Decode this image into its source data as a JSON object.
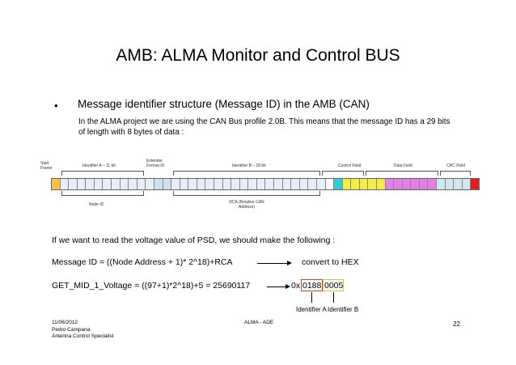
{
  "title": "AMB: ALMA Monitor and Control BUS",
  "bullet": "•",
  "bullet_heading": "Message identifier structure (Message ID) in the AMB (CAN)",
  "intro_text": "In the ALMA project we are using the CAN Bus profile 2.0B. This means that the message ID has a 29 bits of length with 8 bytes of data :",
  "diagram": {
    "start_frame": "Start Frame",
    "identifier_a": "Identifier A – 11 bit",
    "extender_format_id": "Extender Format ID",
    "identifier_b": "Identifier B – 18 bit",
    "control_field": "Control Field",
    "data_field": "Data Field",
    "crc_field": "CRC Field",
    "node_id": "Node ID",
    "rca": "RCA (Relative CAN Address)",
    "cell_colors": {
      "start": "#f6c344",
      "id": "#e9edf8",
      "ext": "#cfe0f3",
      "rtr": "#ffffff",
      "control_first": "#33ccd9",
      "control": "#f3ee45",
      "data": "#e67ee8",
      "crc": "#cfe7ee",
      "end": "#e02020"
    }
  },
  "instruction": "If we want to read the voltage value of PSD, we should make the following :",
  "formula": "Message ID = ((Node Address + 1)* 2^18)+RCA",
  "convert_label": "convert to HEX",
  "get_mid": "GET_MID_1_Voltage = ((97+1)*2^18)+5 = 25690117",
  "hex": {
    "prefix": "0x",
    "identifier_a_part": "0188",
    "identifier_b_part": "0005",
    "box_colors": {
      "identifier_a": "#e53b2c",
      "identifier_b": "#c7d02f"
    }
  },
  "identifier_a_label": "Identifier A",
  "identifier_b_label": "Identifier B",
  "footer": {
    "date": "11/06/2012",
    "author": "Pedro Campana",
    "role": "Antenna Control Specialist",
    "center": "ALMA - ADE",
    "page": "22"
  }
}
